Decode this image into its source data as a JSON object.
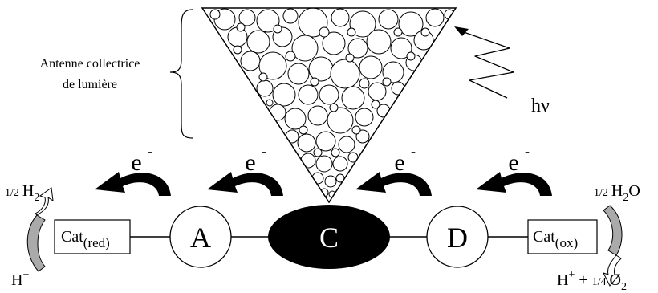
{
  "antenna": {
    "label_line1": "Antenne collectrice",
    "label_line2": "de lumière"
  },
  "photon": {
    "symbol": "hν"
  },
  "electron": {
    "symbol": "e",
    "charge": "-"
  },
  "nodes": {
    "cat_red": {
      "base": "Cat",
      "sub": "(red)"
    },
    "acceptor": "A",
    "chromophore": "C",
    "donor": "D",
    "cat_ox": {
      "base": "Cat",
      "sub": "(ox)"
    }
  },
  "left_reaction": {
    "top_coef": "1/2",
    "top_species": "H",
    "top_sub": "2",
    "bottom_species": "H",
    "bottom_sup": "+"
  },
  "right_reaction": {
    "top_coef": "1/2",
    "top_species_a": "H",
    "top_sub": "2",
    "top_species_b": "O",
    "bottom_h": "H",
    "bottom_sup": "+",
    "bottom_plus": " + ",
    "bottom_coef": "1/4",
    "bottom_o": "O",
    "bottom_sub": "2"
  }
}
